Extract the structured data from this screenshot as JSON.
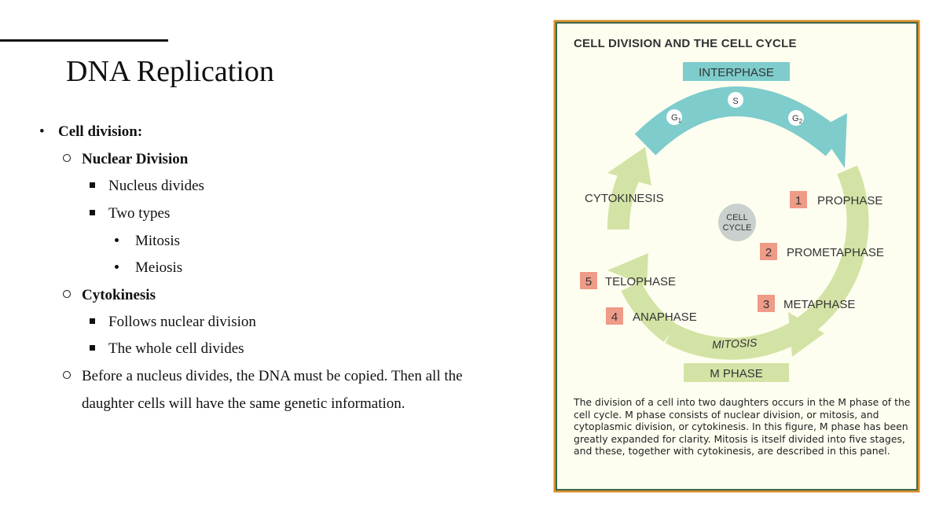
{
  "slide": {
    "title": "DNA Replication",
    "bullets": [
      {
        "text": "Cell division:"
      },
      {
        "text": "Nuclear Division"
      },
      {
        "text": "Nucleus divides"
      },
      {
        "text": "Two types"
      },
      {
        "text": "Mitosis"
      },
      {
        "text": "Meiosis"
      },
      {
        "text": "Cytokinesis"
      },
      {
        "text": "Follows nuclear division"
      },
      {
        "text": "The whole cell divides"
      },
      {
        "text": "Before a nucleus divides, the DNA must be copied. Then all the"
      },
      {
        "text": "daughter cells will have the same genetic information."
      }
    ]
  },
  "figure": {
    "heading": "CELL DIVISION AND THE CELL CYCLE",
    "interphase_label": "INTERPHASE",
    "s_label": "S",
    "g1_label": "G",
    "g1_sub": "1",
    "g2_label": "G",
    "g2_sub": "2",
    "center_line1": "CELL",
    "center_line2": "CYCLE",
    "cytokinesis_label": "CYTOKINESIS",
    "mitosis_label": "MITOSIS",
    "m_phase_label": "M PHASE",
    "stages": [
      {
        "number": "1",
        "name": "PROPHASE"
      },
      {
        "number": "2",
        "name": "PROMETAPHASE"
      },
      {
        "number": "3",
        "name": "METAPHASE"
      },
      {
        "number": "4",
        "name": "ANAPHASE"
      },
      {
        "number": "5",
        "name": "TELOPHASE"
      }
    ],
    "caption": "The division of a cell into two daughters occurs in the M phase of the cell cycle. M phase consists of nuclear division, or mitosis, and cytoplasmic division, or cytokinesis. In this figure, M phase has been greatly expanded for clarity. Mitosis is itself divided into five stages, and these, together with cytokinesis, are described in this panel.",
    "colors": {
      "frame_orange": "#d98c27",
      "frame_green": "#3e6b4f",
      "panel_bg": "#fefef0",
      "interphase_teal": "#7ecccc",
      "mphase_green": "#d3e3a5",
      "stage_pink": "#ee9b88",
      "center_grey": "#c9d0cd"
    }
  }
}
